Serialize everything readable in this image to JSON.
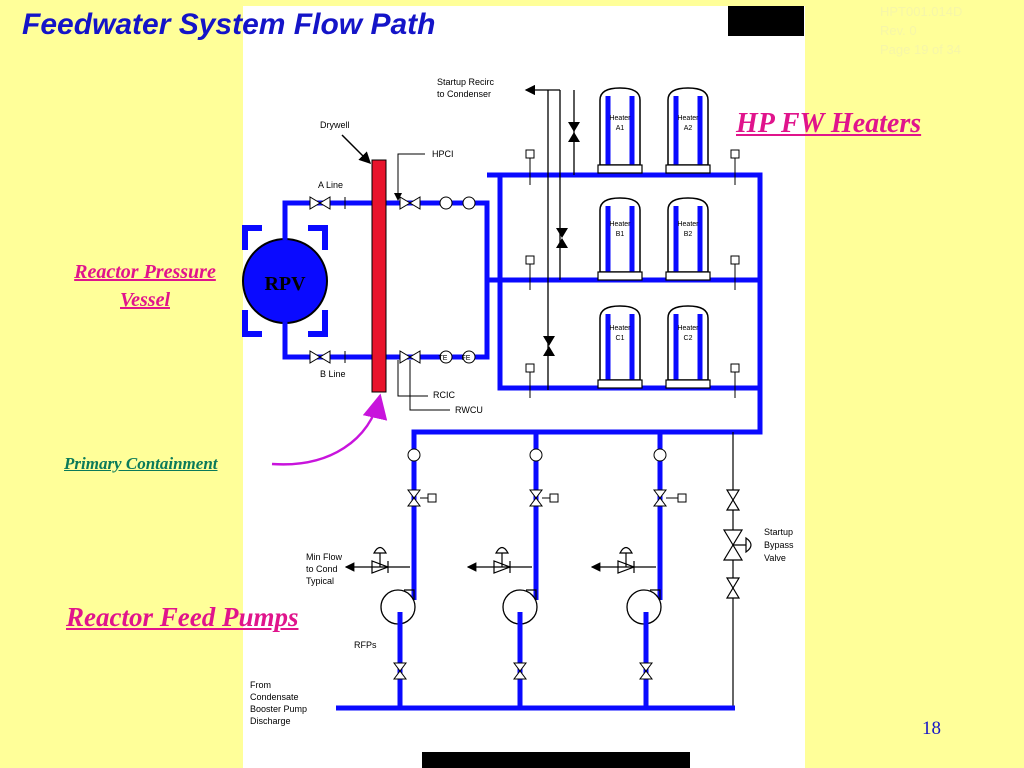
{
  "slide": {
    "title": "Feedwater System Flow Path",
    "doc_ref": [
      "HPT001.014D",
      "Rev. 0",
      "Page 19 of 34"
    ],
    "page_number": "18"
  },
  "labels": {
    "hp_fw_heaters": "HP FW Heaters",
    "reactor_pressure_vessel": [
      "Reactor Pressure",
      "Vessel"
    ],
    "primary_containment": "Primary Containment",
    "reactor_feed_pumps": "Reactor Feed Pumps"
  },
  "diagram": {
    "rpv": "RPV",
    "drywell": "Drywell",
    "a_line": "A Line",
    "b_line": "B Line",
    "hpci": "HPCI",
    "rcic": "RCIC",
    "rwcu": "RWCU",
    "startup_recirc": [
      "Startup Recirc",
      "to Condenser"
    ],
    "heaters": [
      {
        "name": "Heater",
        "id": "A1"
      },
      {
        "name": "Heater",
        "id": "A2"
      },
      {
        "name": "Heater",
        "id": "B1"
      },
      {
        "name": "Heater",
        "id": "B2"
      },
      {
        "name": "Heater",
        "id": "C1"
      },
      {
        "name": "Heater",
        "id": "C2"
      }
    ],
    "min_flow": [
      "Min Flow",
      "to Cond",
      "Typical"
    ],
    "startup_bypass": [
      "Startup",
      "Bypass",
      "Valve"
    ],
    "rfps": "RFPs",
    "from_condensate": [
      "From",
      "Condensate",
      "Booster Pump",
      "Discharge"
    ],
    "instruments": {
      "fe": "FE",
      "te": "TE"
    }
  },
  "colors": {
    "pipe": "#0a0aff",
    "containment_wall": "#e8142c",
    "arrow": "#c814dc",
    "title": "#1414c8",
    "label_magenta": "#e0148c",
    "label_green": "#0a7a5a"
  }
}
